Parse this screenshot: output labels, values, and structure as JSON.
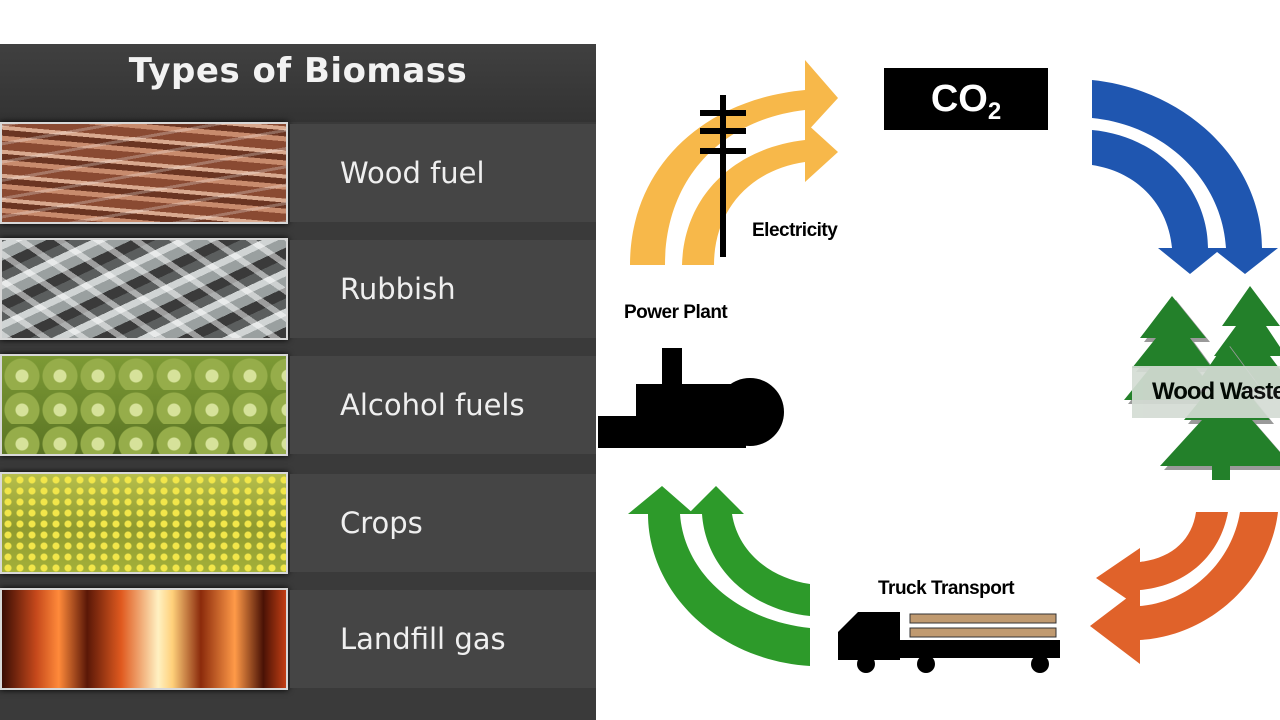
{
  "panel": {
    "title": "Types of Biomass",
    "items": [
      {
        "label": "Wood fuel"
      },
      {
        "label": "Rubbish"
      },
      {
        "label": "Alcohol fuels"
      },
      {
        "label": "Crops"
      },
      {
        "label": "Landfill gas"
      }
    ]
  },
  "cycle": {
    "co2_main": "CO",
    "co2_sub": "2",
    "electricity": "Electricity",
    "power_plant": "Power Plant",
    "wood_waste": "Wood Waste",
    "truck_transport": "Truck Transport"
  },
  "colors": {
    "panel_bg": "#3a3a3a",
    "electricity_arrow": "#f7b84a",
    "co2_arrow": "#1f56b0",
    "transport_arrow": "#e0622a",
    "return_arrow": "#2d9a2a",
    "tree_green": "#23802a",
    "log_brown": "#c09a70"
  }
}
